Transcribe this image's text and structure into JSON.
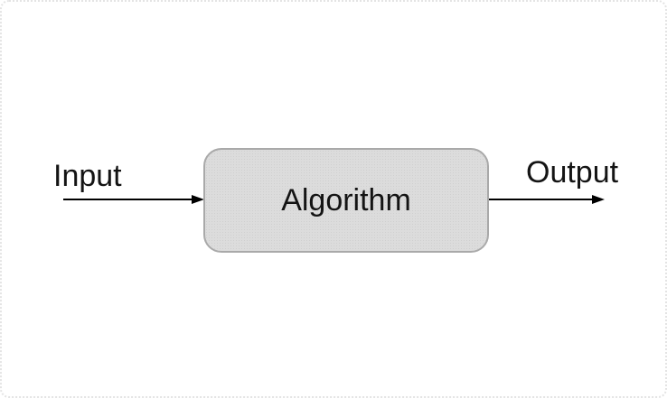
{
  "diagram": {
    "type": "flow",
    "labels": {
      "input": "Input",
      "output": "Output"
    },
    "nodes": [
      {
        "id": "algorithm",
        "label": "Algorithm",
        "shape": "rounded-rectangle"
      }
    ],
    "edges": [
      {
        "from": "input-label",
        "to": "algorithm",
        "style": "solid-arrow"
      },
      {
        "from": "algorithm",
        "to": "output-end",
        "style": "solid-arrow"
      }
    ],
    "colors": {
      "box_fill": "#dcdcdc",
      "box_dot": "#cfcfcf",
      "box_border": "#a9a9a9",
      "text": "#141414",
      "arrow": "#000000",
      "page_border": "#e4e4e4",
      "page_bg": "#ffffff"
    }
  }
}
